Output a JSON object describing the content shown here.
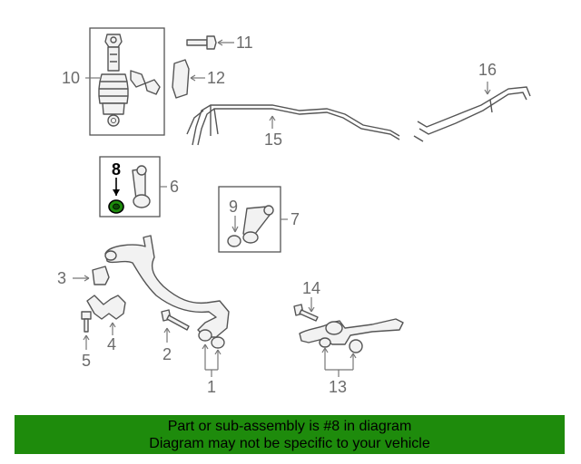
{
  "diagram": {
    "callouts": {
      "c1": "1",
      "c2": "2",
      "c3": "3",
      "c4": "4",
      "c5": "5",
      "c6": "6",
      "c7": "7",
      "c8": "8",
      "c9": "9",
      "c10": "10",
      "c11": "11",
      "c12": "12",
      "c13": "13",
      "c14": "14",
      "c15": "15",
      "c16": "16"
    },
    "highlight_callout": "8",
    "highlight_color": "#1e8b0c",
    "part_color": "#f2f2f2",
    "stroke_color": "#555555"
  },
  "banner": {
    "line1": "Part or sub-assembly is #8 in diagram",
    "line2": "Diagram may not be specific to your vehicle",
    "color": "#1e8b0c"
  }
}
